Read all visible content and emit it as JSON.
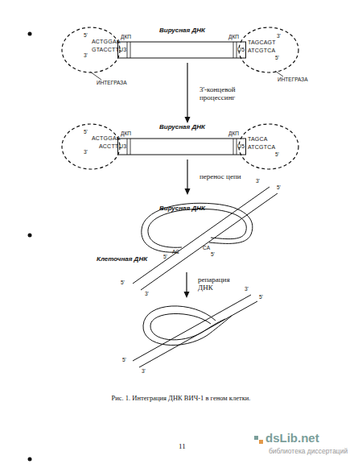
{
  "diagram": {
    "caption": "Рис. 1. Интеграция ДНК ВИЧ-1 в геном клетки.",
    "nodes": [
      {
        "text": [
          "5'",
          "ACTGGAA",
          "3'",
          "GTACCTT"
        ]
      },
      {
        "text": [
          "Вирусная ДНК",
          "ДКП",
          "U3",
          "ДКП",
          "U5"
        ]
      },
      {
        "text": [
          "TAGCAGT",
          "3'",
          "ATCGTCA",
          "5'"
        ]
      },
      {
        "text": [
          "5'",
          "ACTGGAA",
          "3'",
          "ACCTT"
        ]
      },
      {
        "text": [
          "Вирусная ДНК",
          "ДКП",
          "U3",
          "ДКП",
          "U5"
        ]
      },
      {
        "text": [
          "TAGCA",
          "ATCGTCA",
          "5'"
        ]
      },
      {
        "text": [
          "Вирусная ДНК"
        ]
      }
    ],
    "edges": [
      {
        "from": 1,
        "to": 4,
        "arrow": "to",
        "label": "3'-концевой процессинг"
      },
      {
        "from": 4,
        "to": 6,
        "arrow": "to",
        "label": "перенос цепи"
      }
    ],
    "labels": [
      "ИНТЕГРАЗА",
      "ИНТЕГРАЗА",
      "3'",
      "5'",
      "5'",
      "AC",
      "CA",
      "5'",
      "Клеточная ДНК",
      "5'",
      "3'",
      "репарация ДНК",
      "3'",
      "5'",
      "5'",
      "3'",
      "11",
      "dsLib.net",
      "библиотека диссертаций"
    ]
  }
}
